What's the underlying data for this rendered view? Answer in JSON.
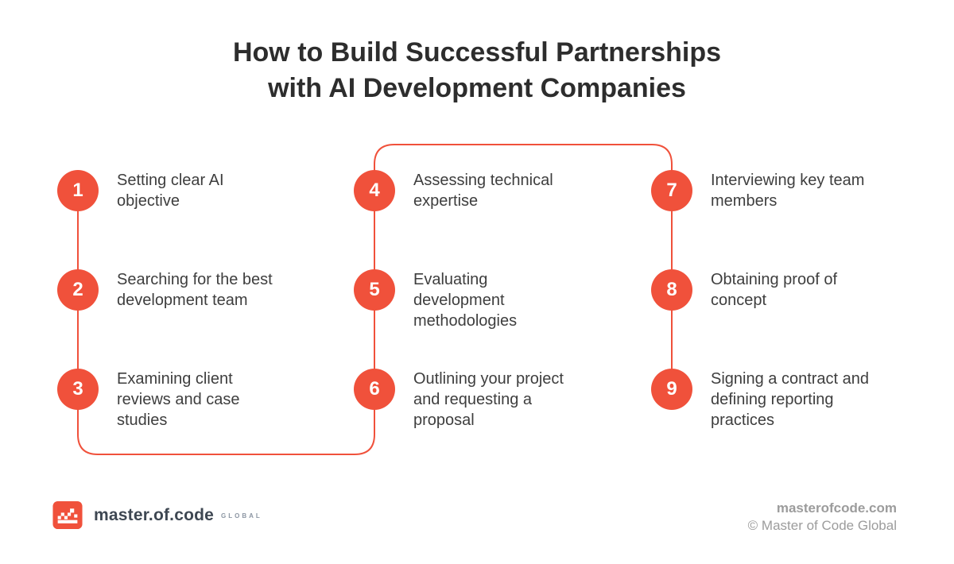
{
  "colors": {
    "accent": "#F0513B",
    "title": "#2D2D2D",
    "step-text": "#3E3E3E",
    "footer-gray": "#9C9C9C",
    "logo-text": "#3E4752",
    "logo-global": "#8C96A3"
  },
  "title": {
    "line1": "How to Build Successful Partnerships",
    "line2": "with AI Development Companies"
  },
  "steps": [
    {
      "number": "1",
      "label": "Setting clear AI\nobjective"
    },
    {
      "number": "2",
      "label": "Searching for the best\ndevelopment team"
    },
    {
      "number": "3",
      "label": "Examining client\nreviews and case\nstudies"
    },
    {
      "number": "4",
      "label": "Assessing technical\nexpertise"
    },
    {
      "number": "5",
      "label": "Evaluating\ndevelopment\nmethodologies"
    },
    {
      "number": "6",
      "label": "Outlining your project\nand requesting a\nproposal"
    },
    {
      "number": "7",
      "label": "Interviewing key team\nmembers"
    },
    {
      "number": "8",
      "label": "Obtaining proof of\nconcept"
    },
    {
      "number": "9",
      "label": "Signing a contract and\ndefining reporting\npractices"
    }
  ],
  "footer": {
    "brand": "master.of.code",
    "brand_suffix": "GLOBAL",
    "website": "masterofcode.com",
    "copyright": "© Master of Code Global"
  }
}
